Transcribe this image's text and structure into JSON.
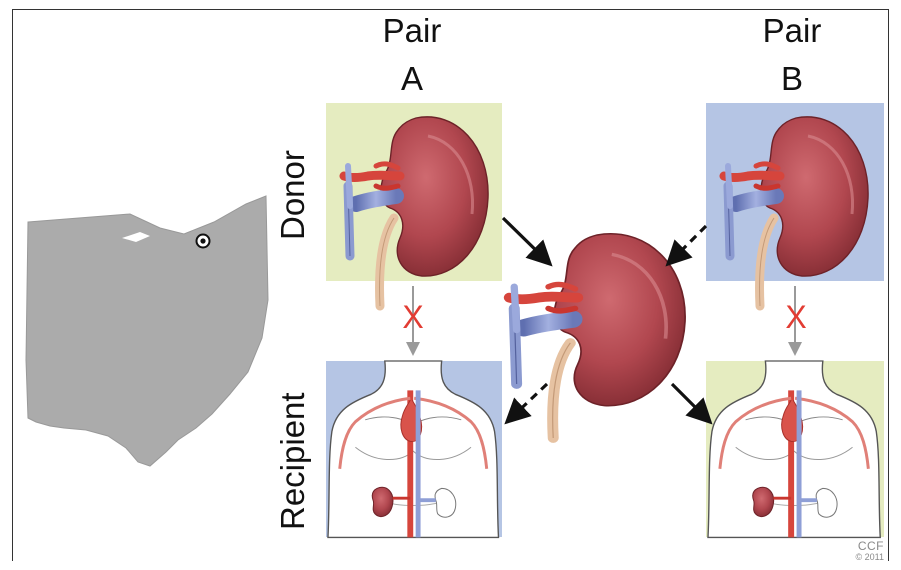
{
  "pairs": [
    {
      "title_line1": "Pair",
      "title_line2": "A"
    },
    {
      "title_line1": "Pair",
      "title_line2": "B"
    }
  ],
  "roles": {
    "donor": "Donor",
    "recipient": "Recipient"
  },
  "mismatch_mark": "X",
  "credit": {
    "org": "CCF",
    "year": "© 2011"
  },
  "colors": {
    "green_panel": "#e5ecc0",
    "blue_panel": "#b5c5e4",
    "kidney": "#b1474f",
    "kidney_dark": "#8a2e36",
    "artery": "#d6453c",
    "vein": "#7f8fc8",
    "ureter": "#e6c2a2",
    "map_fill": "#ababab",
    "cross": "#e23c33"
  },
  "icons": {
    "map": "ohio-map-icon",
    "location": "location-marker-icon",
    "kidney": "kidney-icon",
    "torso": "torso-icon"
  }
}
